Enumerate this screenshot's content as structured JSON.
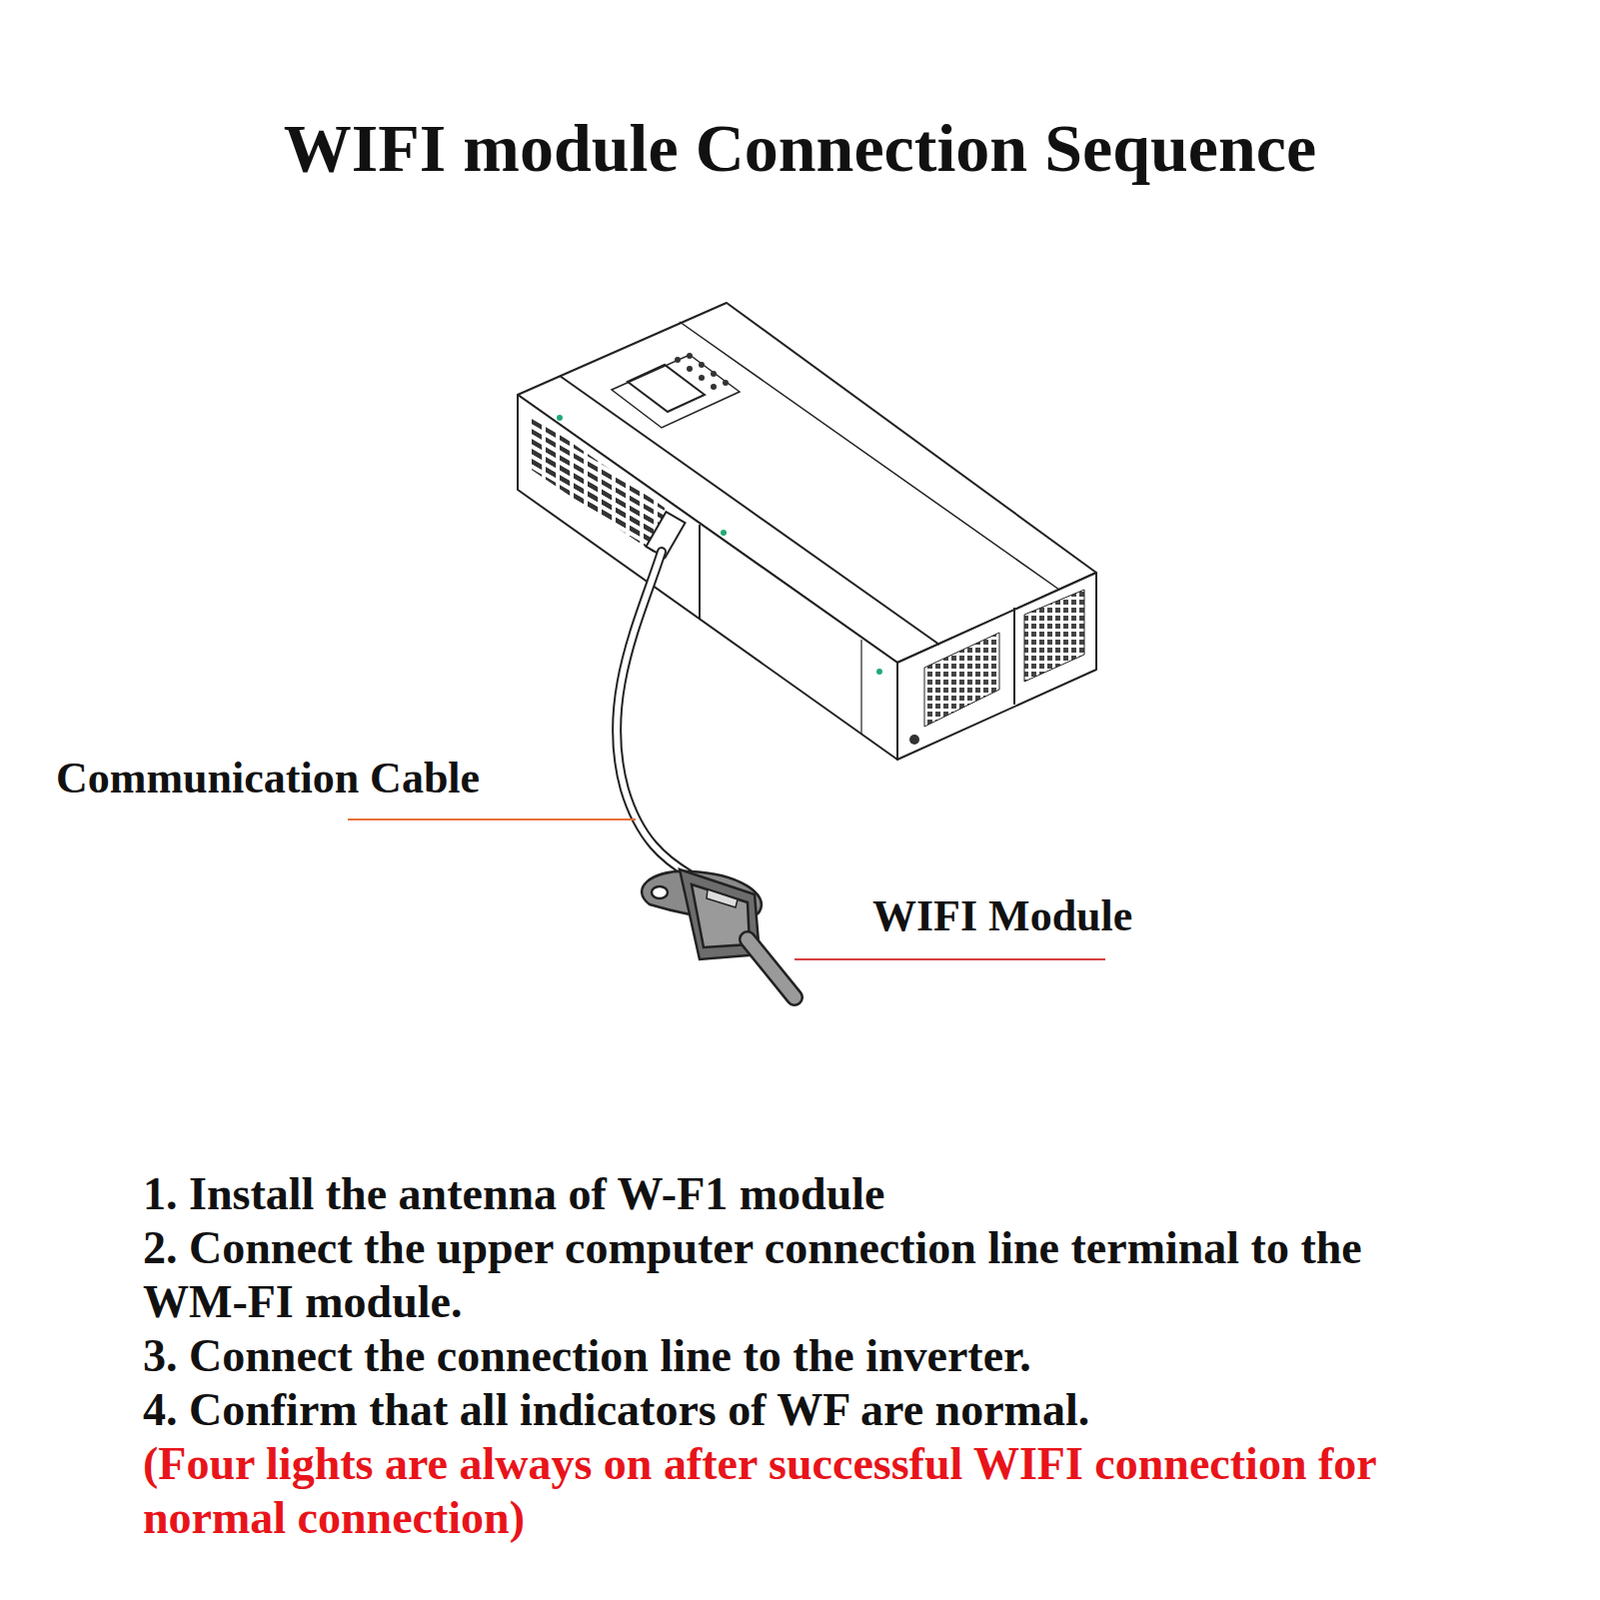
{
  "diagram": {
    "title": "WIFI module Connection Sequence",
    "labels": [
      "Communication Cable",
      "WIFI Module",
      "1. Install the antenna of W-F1 module",
      "2. Connect the upper computer connection line terminal to the WM-FI module.",
      "3. Connect the connection line to the inverter.",
      "4. Confirm that all indicators of WF are normal.",
      "(Four lights are always on after successful WIFI connection for normal connection)"
    ]
  }
}
